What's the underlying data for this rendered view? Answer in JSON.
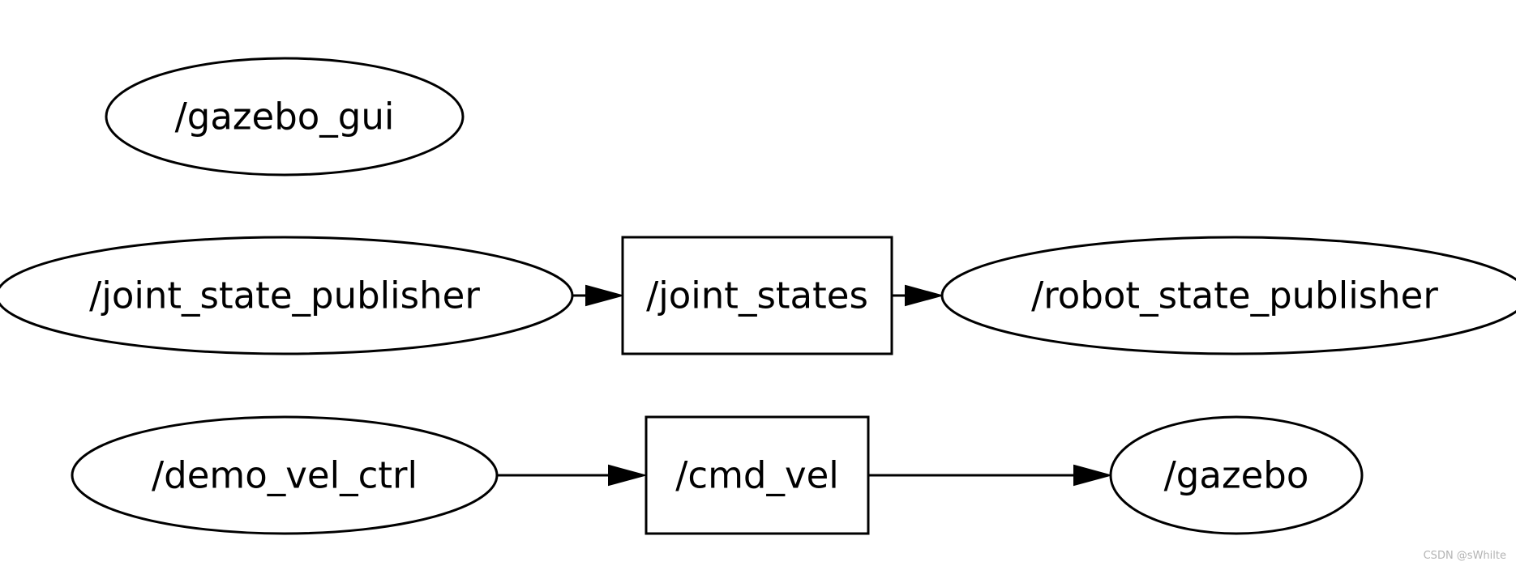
{
  "graph": {
    "nodes": {
      "gazebo_gui": {
        "label": "/gazebo_gui",
        "kind": "node"
      },
      "joint_state_publisher": {
        "label": "/joint_state_publisher",
        "kind": "node"
      },
      "joint_states": {
        "label": "/joint_states",
        "kind": "topic"
      },
      "robot_state_publisher": {
        "label": "/robot_state_publisher",
        "kind": "node"
      },
      "demo_vel_ctrl": {
        "label": "/demo_vel_ctrl",
        "kind": "node"
      },
      "cmd_vel": {
        "label": "/cmd_vel",
        "kind": "topic"
      },
      "gazebo": {
        "label": "/gazebo",
        "kind": "node"
      }
    },
    "edges": [
      {
        "from": "/joint_state_publisher",
        "to": "/joint_states"
      },
      {
        "from": "/joint_states",
        "to": "/robot_state_publisher"
      },
      {
        "from": "/demo_vel_ctrl",
        "to": "/cmd_vel"
      },
      {
        "from": "/cmd_vel",
        "to": "/gazebo"
      }
    ]
  },
  "watermark": "CSDN @sWhilte"
}
